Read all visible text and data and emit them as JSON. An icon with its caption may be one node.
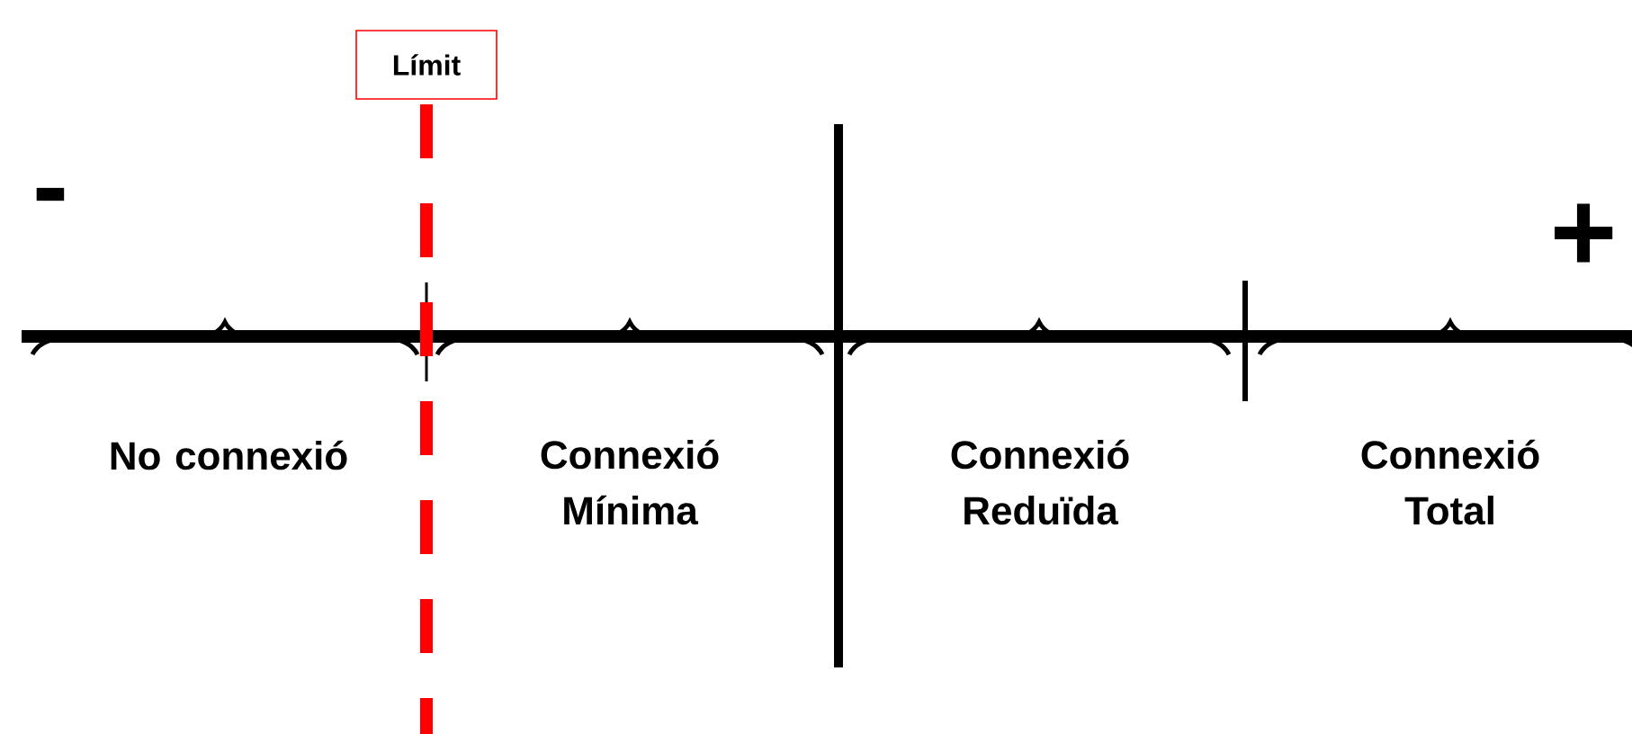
{
  "diagram": {
    "nodes": [
      {
        "text": [
          "Límit"
        ]
      }
    ],
    "labels": [
      "-",
      "+",
      "No connexió",
      "Connexió Mínima",
      "Connexió Reduïda",
      "Connexió Total"
    ]
  }
}
